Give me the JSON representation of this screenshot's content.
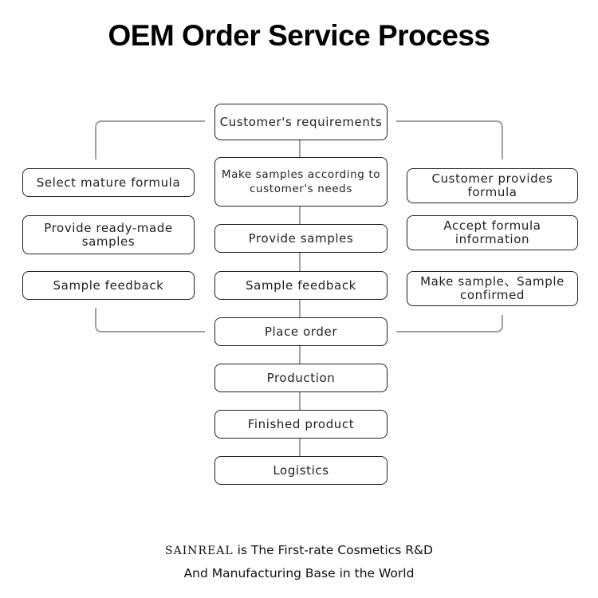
{
  "title": "OEM Order Service Process",
  "center_flow": [
    "Customer's requirements",
    "Make samples according to customer's needs",
    "Provide samples",
    "Sample feedback",
    "Place order",
    "Production",
    "Finished product",
    "Logistics"
  ],
  "left_branch": [
    "Select mature formula",
    "Provide ready-made samples",
    "Sample feedback"
  ],
  "right_branch": [
    "Customer provides formula",
    "Accept formula information",
    "Make sample、Sample confirmed"
  ],
  "footer": {
    "brand": "SAINREAL",
    "line1_rest": " is The First-rate Cosmetics R&D",
    "line2": "And Manufacturing Base in the World"
  },
  "colors": {
    "connector": "#a0a0a0",
    "box_border": "#222222"
  }
}
